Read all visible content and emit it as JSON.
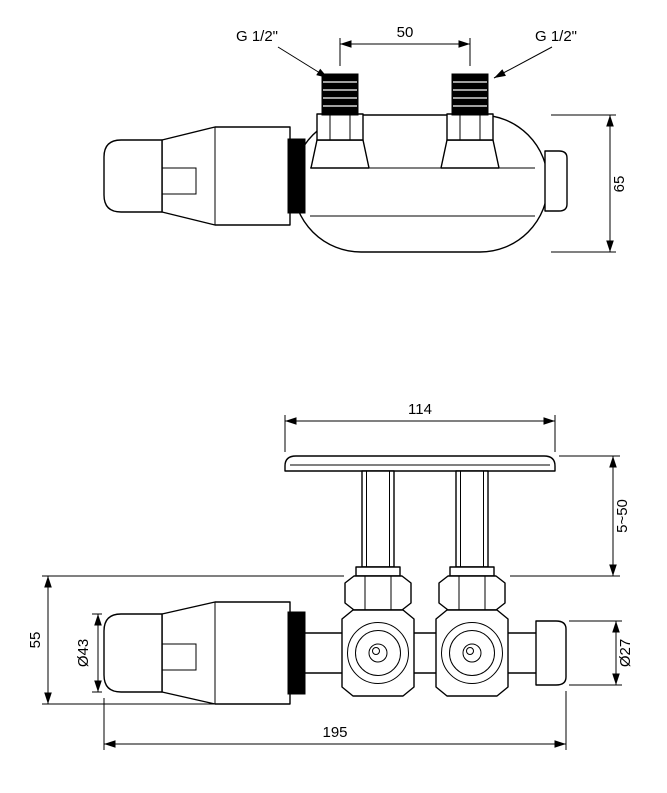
{
  "drawing": {
    "background": "#ffffff",
    "line_color": "#000000",
    "top_view": {
      "thread_label_left": "G 1/2\"",
      "thread_label_right": "G 1/2\"",
      "center_distance": "50",
      "body_height": "65"
    },
    "front_view": {
      "plate_width": "114",
      "mount_depth_range": "5~50",
      "head_offset": "55",
      "head_diameter": "Ø43",
      "cap_diameter": "Ø27",
      "total_length": "195"
    }
  }
}
